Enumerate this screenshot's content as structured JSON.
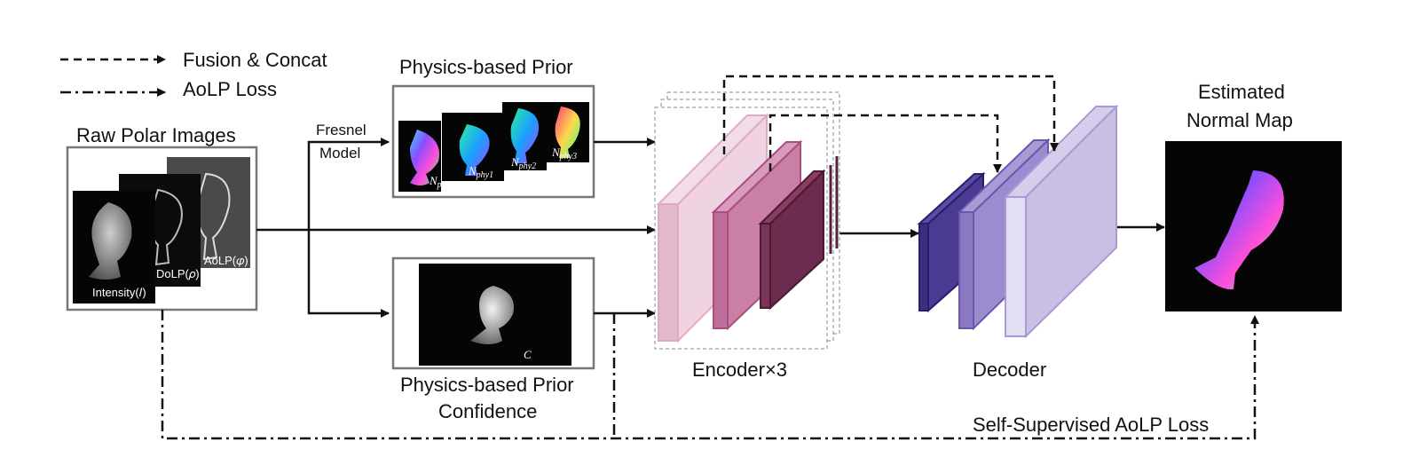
{
  "legend": {
    "fusion_label": "Fusion & Concat",
    "aolp_label": "AoLP Loss"
  },
  "raw": {
    "title": "Raw Polar Images",
    "intensity": "Intensity(𝐼)",
    "dolp": "DoLP(𝜌)",
    "aolp": "AoLP(𝜑)"
  },
  "fresnel": {
    "line1": "Fresnel",
    "line2": "Model"
  },
  "prior": {
    "title": "Physics-based Prior",
    "n0": "N",
    "n0_sub": "phy0",
    "n1": "N",
    "n1_sub": "phy1",
    "n2": "N",
    "n2_sub": "phy2",
    "n3": "N",
    "n3_sub": "phy3"
  },
  "confidence": {
    "title_line1": "Physics-based Prior",
    "title_line2": "Confidence",
    "symbol": "C"
  },
  "encoder": {
    "label": "Encoder×3",
    "colors": [
      "#e3b7cc",
      "#be6e99",
      "#6b2c4e"
    ]
  },
  "decoder": {
    "label": "Decoder",
    "colors": [
      "#3d2f80",
      "#8b78c2",
      "#c9bfe2"
    ]
  },
  "output": {
    "title_line1": "Estimated",
    "title_line2": "Normal Map"
  },
  "loss": {
    "label": "Self-Supervised  AoLP Loss"
  }
}
